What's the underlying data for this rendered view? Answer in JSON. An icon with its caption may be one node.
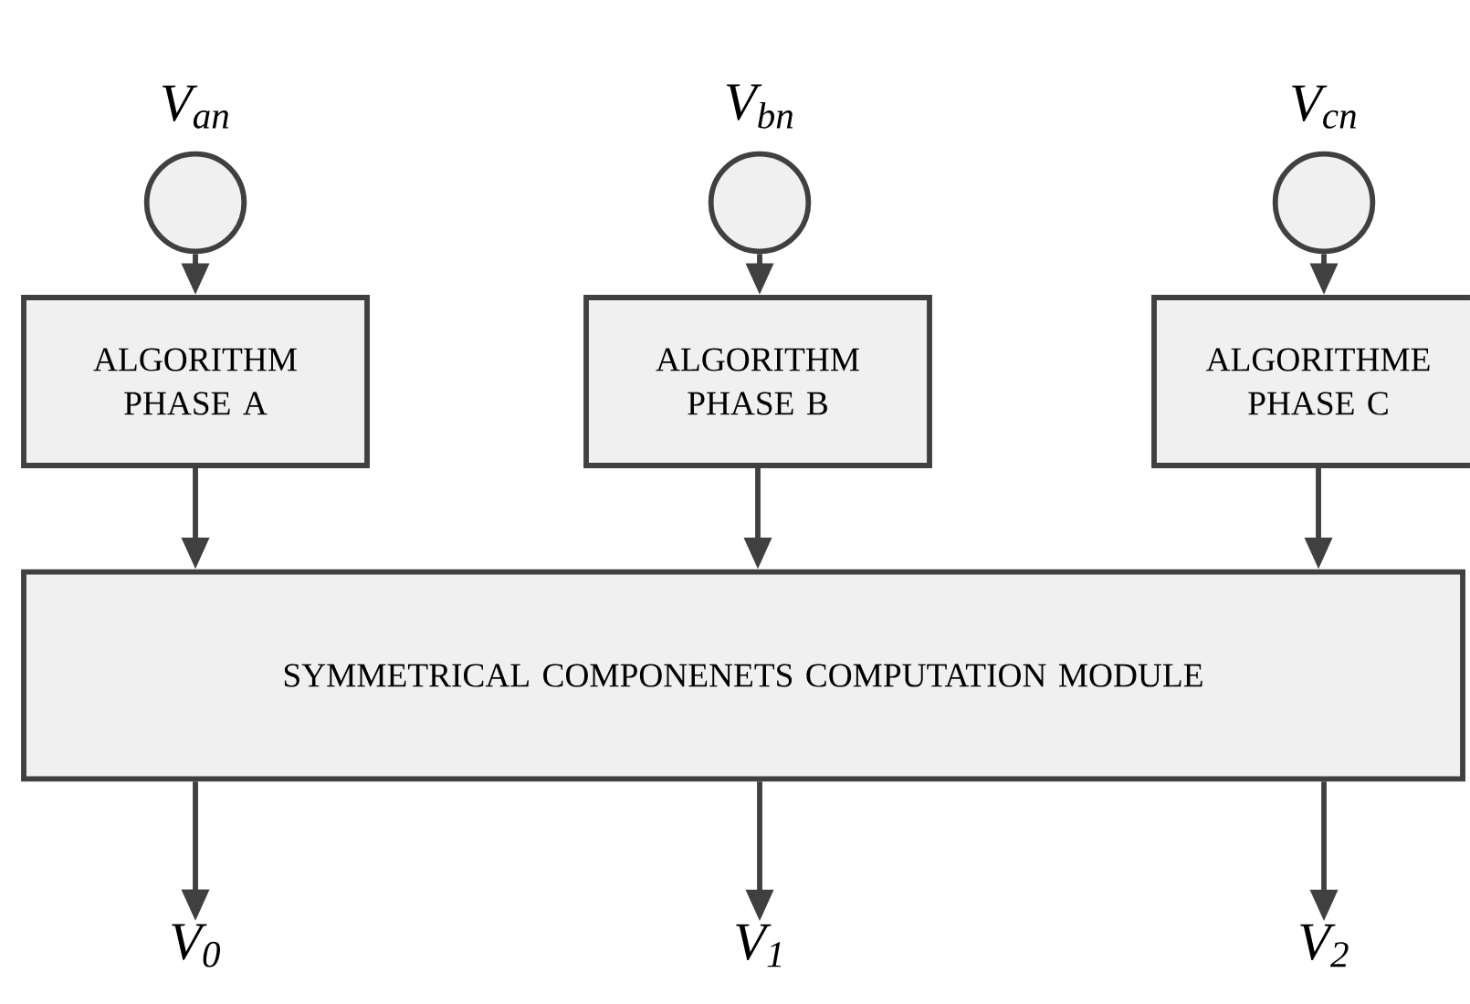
{
  "diagram": {
    "nodes": [
      {
        "text": [],
        "shape": "circle",
        "beside": [
          "V$_{an}$"
        ]
      },
      {
        "text": [],
        "shape": "circle",
        "beside": [
          "V$_{bn}$"
        ]
      },
      {
        "text": [],
        "shape": "circle",
        "beside": [
          "V$_{cn}$"
        ]
      },
      {
        "text": [
          "ALGORITHM PHASE A"
        ]
      },
      {
        "text": [
          "ALGORITHM PHASE B"
        ]
      },
      {
        "text": [
          "ALGORITHME PHASE C"
        ]
      },
      {
        "text": [
          "SYMMETRICAL COMPONENETS COMPUTATION MODULE"
        ]
      },
      {
        "text": [
          "V$_{0}$"
        ]
      },
      {
        "text": [
          "V$_{1}$"
        ]
      },
      {
        "text": [
          "V$_{2}$"
        ]
      }
    ],
    "edges": [
      {
        "from": 0,
        "to": 3,
        "arrow": "to"
      },
      {
        "from": 1,
        "to": 4,
        "arrow": "to"
      },
      {
        "from": 2,
        "to": 5,
        "arrow": "to"
      },
      {
        "from": 3,
        "to": 6,
        "arrow": "to"
      },
      {
        "from": 4,
        "to": 6,
        "arrow": "to"
      },
      {
        "from": 5,
        "to": 6,
        "arrow": "to"
      },
      {
        "from": 6,
        "to": 7,
        "arrow": "to"
      },
      {
        "from": 6,
        "to": 8,
        "arrow": "to"
      },
      {
        "from": 6,
        "to": 9,
        "arrow": "to"
      }
    ]
  }
}
